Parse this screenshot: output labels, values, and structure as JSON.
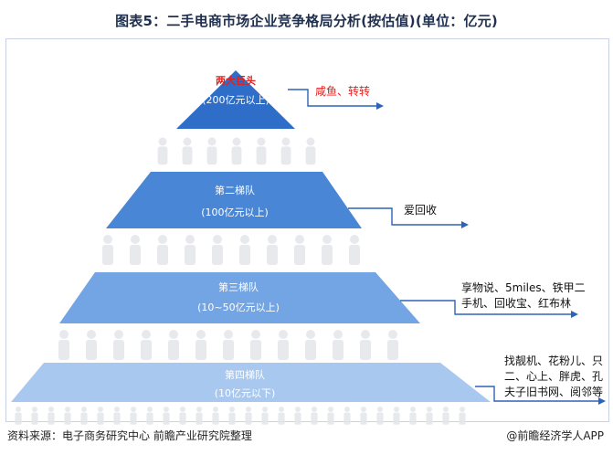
{
  "title": "图表5：二手电商市场企业竞争格局分析(按估值)(单位：亿元)",
  "tiers": [
    {
      "name": "两大巨头",
      "range": "(200亿元以上)",
      "companies": "咸鱼、转转",
      "name_color": "#e0201e",
      "fill": "#2e6ec8"
    },
    {
      "name": "第二梯队",
      "range": "(100亿元以上)",
      "companies": "爱回收",
      "name_color": "#ffffff",
      "fill": "#4a86d6"
    },
    {
      "name": "第三梯队",
      "range": "(10~50亿元以上)",
      "companies": "享物说、5miles、铁甲二手机、回收宝、红布林",
      "name_color": "#ffffff",
      "fill": "#73a4e3"
    },
    {
      "name": "第四梯队",
      "range": "(10亿元以下)",
      "companies": "找靓机、花粉儿、只二、心上、胖虎、孔夫子旧书网、阅邻等",
      "name_color": "#ffffff",
      "fill": "#a9c8f0"
    }
  ],
  "notes": {
    "tier3_line1": "享物说、5miles、铁甲二",
    "tier3_line2": "手机、回收宝、红布林",
    "tier4_line1": "找靓机、花粉儿、只",
    "tier4_line2": "二、心上、胖虎、孔",
    "tier4_line3": "夫子旧书网、阅邻等"
  },
  "footer": {
    "source": "资料来源：电子商务研究中心 前瞻产业研究院整理",
    "brand": "@前瞻经济学人APP"
  },
  "colors": {
    "title": "#1f2f4e",
    "frame": "#c9d3e6",
    "watermark": "#d9dde3"
  }
}
